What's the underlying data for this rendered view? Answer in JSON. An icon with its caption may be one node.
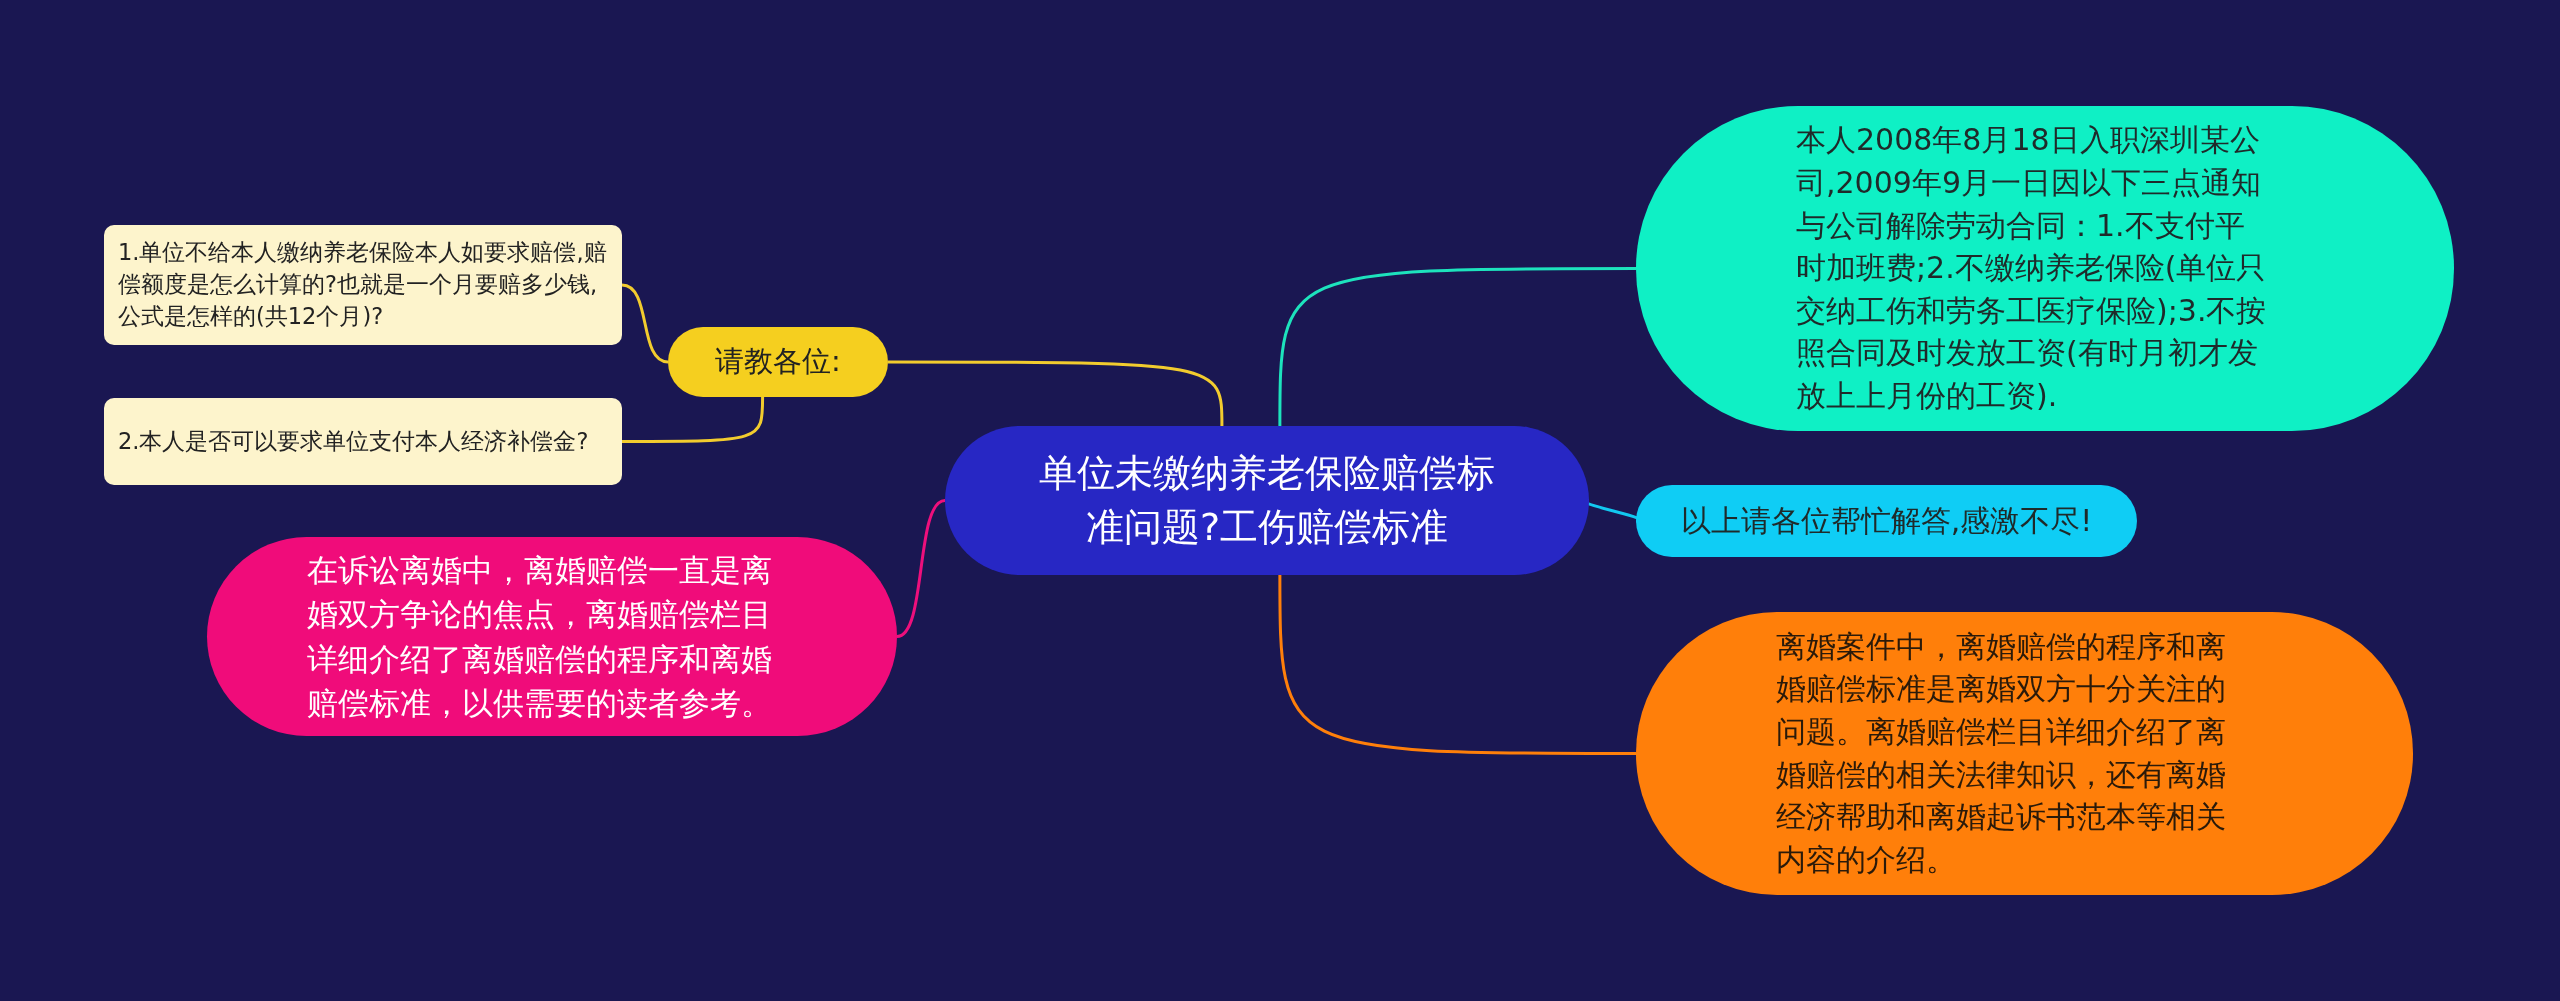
{
  "diagram": {
    "nodes": [
      {
        "text": [
          "单位未缴纳养老保险赔偿标准问题?工伤赔偿标准"
        ]
      },
      {
        "text": [
          "请教各位:"
        ]
      },
      {
        "text": [
          "1.单位不给本人缴纳养老保险本人如要求赔偿,赔偿额度是怎么计算的?也就是一个月要赔多少钱,公式是怎样的(共12个月)?"
        ]
      },
      {
        "text": [
          "2.本人是否可以要求单位支付本人经济补偿金?"
        ]
      },
      {
        "text": [
          "在诉讼离婚中，离婚赔偿一直是离婚双方争论的焦点，离婚赔偿栏目详细介绍了离婚赔偿的程序和离婚赔偿标准，以供需要的读者参考。"
        ]
      },
      {
        "text": [
          "本人2008年8月18日入职深圳某公司,2009年9月一日因以下三点通知与公司解除劳动合同：1.不支付平时加班费;2.不缴纳养老保险(单位只交纳工伤和劳务工医疗保险);3.不按照合同及时发放工资(有时月初才发放上上月份的工资)."
        ]
      },
      {
        "text": [
          "以上请各位帮忙解答,感激不尽!"
        ]
      },
      {
        "text": [
          "离婚案件中，离婚赔偿的程序和离婚赔偿标准是离婚双方十分关注的问题。离婚赔偿栏目详细介绍了离婚赔偿的相关法律知识，还有离婚经济帮助和离婚起诉书范本等相关内容的介绍。"
        ]
      }
    ],
    "edges": [
      {
        "from": 0,
        "to": 1,
        "arrow": "none",
        "color": "#f2cc2e"
      },
      {
        "from": 1,
        "to": 2,
        "arrow": "none",
        "color": "#f2cc2e"
      },
      {
        "from": 1,
        "to": 3,
        "arrow": "none",
        "color": "#f2cc2e"
      },
      {
        "from": 0,
        "to": 4,
        "arrow": "none",
        "color": "#ee0f7c"
      },
      {
        "from": 0,
        "to": 5,
        "arrow": "none",
        "color": "#1de3bd"
      },
      {
        "from": 0,
        "to": 6,
        "arrow": "none",
        "color": "#12c8f0"
      },
      {
        "from": 0,
        "to": 7,
        "arrow": "none",
        "color": "#ff7f0a"
      }
    ]
  }
}
